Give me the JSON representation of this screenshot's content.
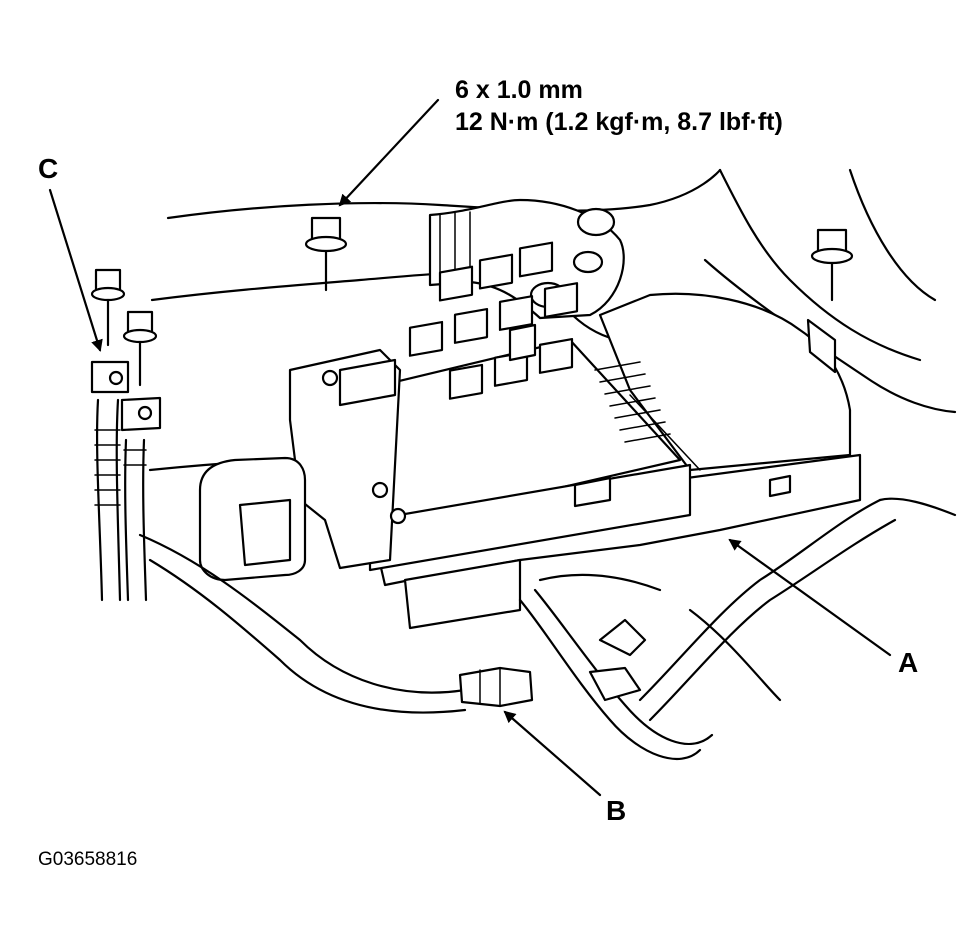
{
  "diagram": {
    "spec_line1": "6 x 1.0 mm",
    "spec_line2": "12 N·m (1.2 kgf·m, 8.7 lbf·ft)",
    "callout_a": "A",
    "callout_b": "B",
    "callout_c": "C",
    "figure_id": "G03658816"
  }
}
